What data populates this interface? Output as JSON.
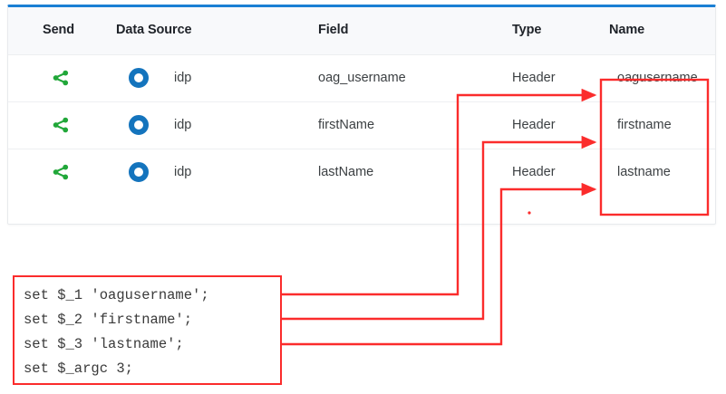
{
  "table": {
    "columns": [
      "Send",
      "Data Source",
      "Field",
      "Type",
      "Name"
    ],
    "rows": [
      {
        "send_icon": "share-icon",
        "source_icon": "ring-icon",
        "data_source": "idp",
        "field": "oag_username",
        "type": "Header",
        "name": "oagusername"
      },
      {
        "send_icon": "share-icon",
        "source_icon": "ring-icon",
        "data_source": "idp",
        "field": "firstName",
        "type": "Header",
        "name": "firstname"
      },
      {
        "send_icon": "share-icon",
        "source_icon": "ring-icon",
        "data_source": "idp",
        "field": "lastName",
        "type": "Header",
        "name": "lastname"
      }
    ]
  },
  "code": {
    "lines": [
      "set $_1 'oagusername';",
      "set $_2 'firstname';",
      "set $_3 'lastname';",
      "set $_argc 3;"
    ]
  },
  "annotation": {
    "color": "#fb2c2c",
    "accent_blue": "#1a7fd4",
    "icon_green": "#21a739",
    "icon_blue": "#1474bd"
  }
}
